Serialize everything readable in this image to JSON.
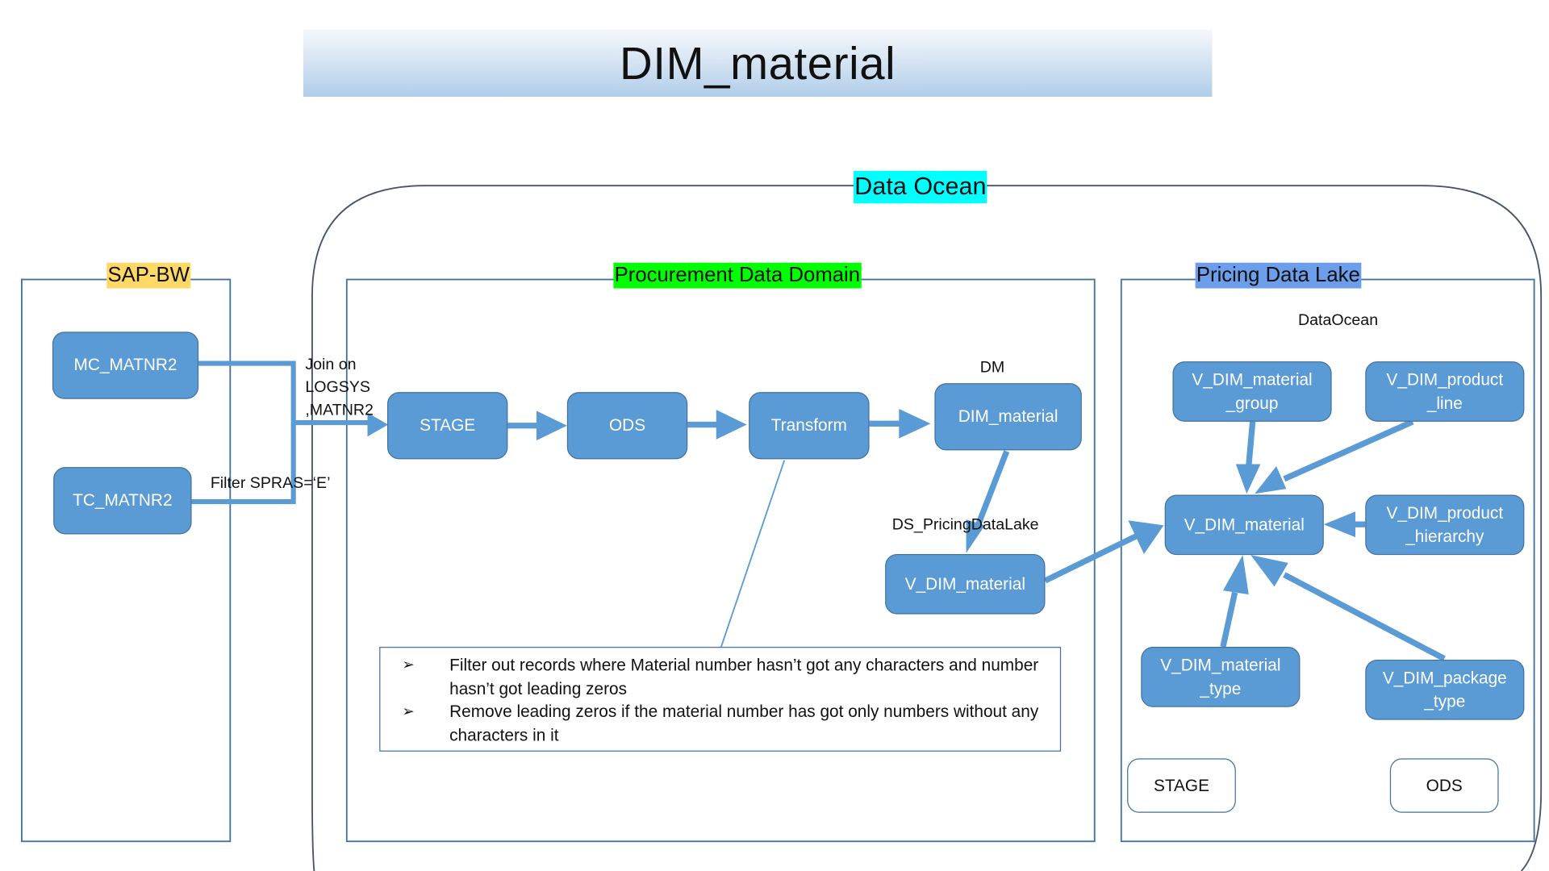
{
  "title": "DIM_material",
  "containers": {
    "data_ocean": {
      "label": "Data Ocean",
      "highlight": "#00ffff"
    },
    "sap_bw": {
      "label": "SAP-BW",
      "highlight": "#ffd966"
    },
    "procurement": {
      "label": "Procurement Data Domain",
      "highlight": "#00ff00"
    },
    "pricing": {
      "label": "Pricing Data Lake",
      "highlight": "#6d9eeb"
    }
  },
  "nodes": {
    "mc_matnr2": "MC_MATNR2",
    "tc_matnr2": "TC_MATNR2",
    "stage": "STAGE",
    "ods": "ODS",
    "transform": "Transform",
    "dim_material": "DIM_material",
    "v_dim_material_ds": "V_DIM_material",
    "v_dim_material_group": "V_DIM_material\n_group",
    "v_dim_product_line": "V_DIM_product\n_line",
    "v_dim_material_center": "V_DIM_material",
    "v_dim_product_hierarchy": "V_DIM_product\n_hierarchy",
    "v_dim_material_type": "V_DIM_material\n_type",
    "v_dim_package_type": "V_DIM_package\n_type",
    "legend_stage": "STAGE",
    "legend_ods": "ODS"
  },
  "labels": {
    "join": "Join on\n LOGSYS\n,MATNR2",
    "filter": "Filter SPRAS=‘E’",
    "dm": "DM",
    "ds_pricing": "DS_PricingDataLake",
    "dataocean": "DataOcean"
  },
  "notes": [
    {
      "bullet": "➢",
      "text": "Filter out records where Material number hasn’t got any characters and number hasn’t got leading zeros"
    },
    {
      "bullet": "➢",
      "text": "Remove leading zeros if the material number has got only numbers without any characters in it"
    }
  ],
  "colors": {
    "node_fill": "#5b9bd5",
    "node_border": "#41719c",
    "connector": "#5b9bd5",
    "container_border": "#41719c"
  }
}
